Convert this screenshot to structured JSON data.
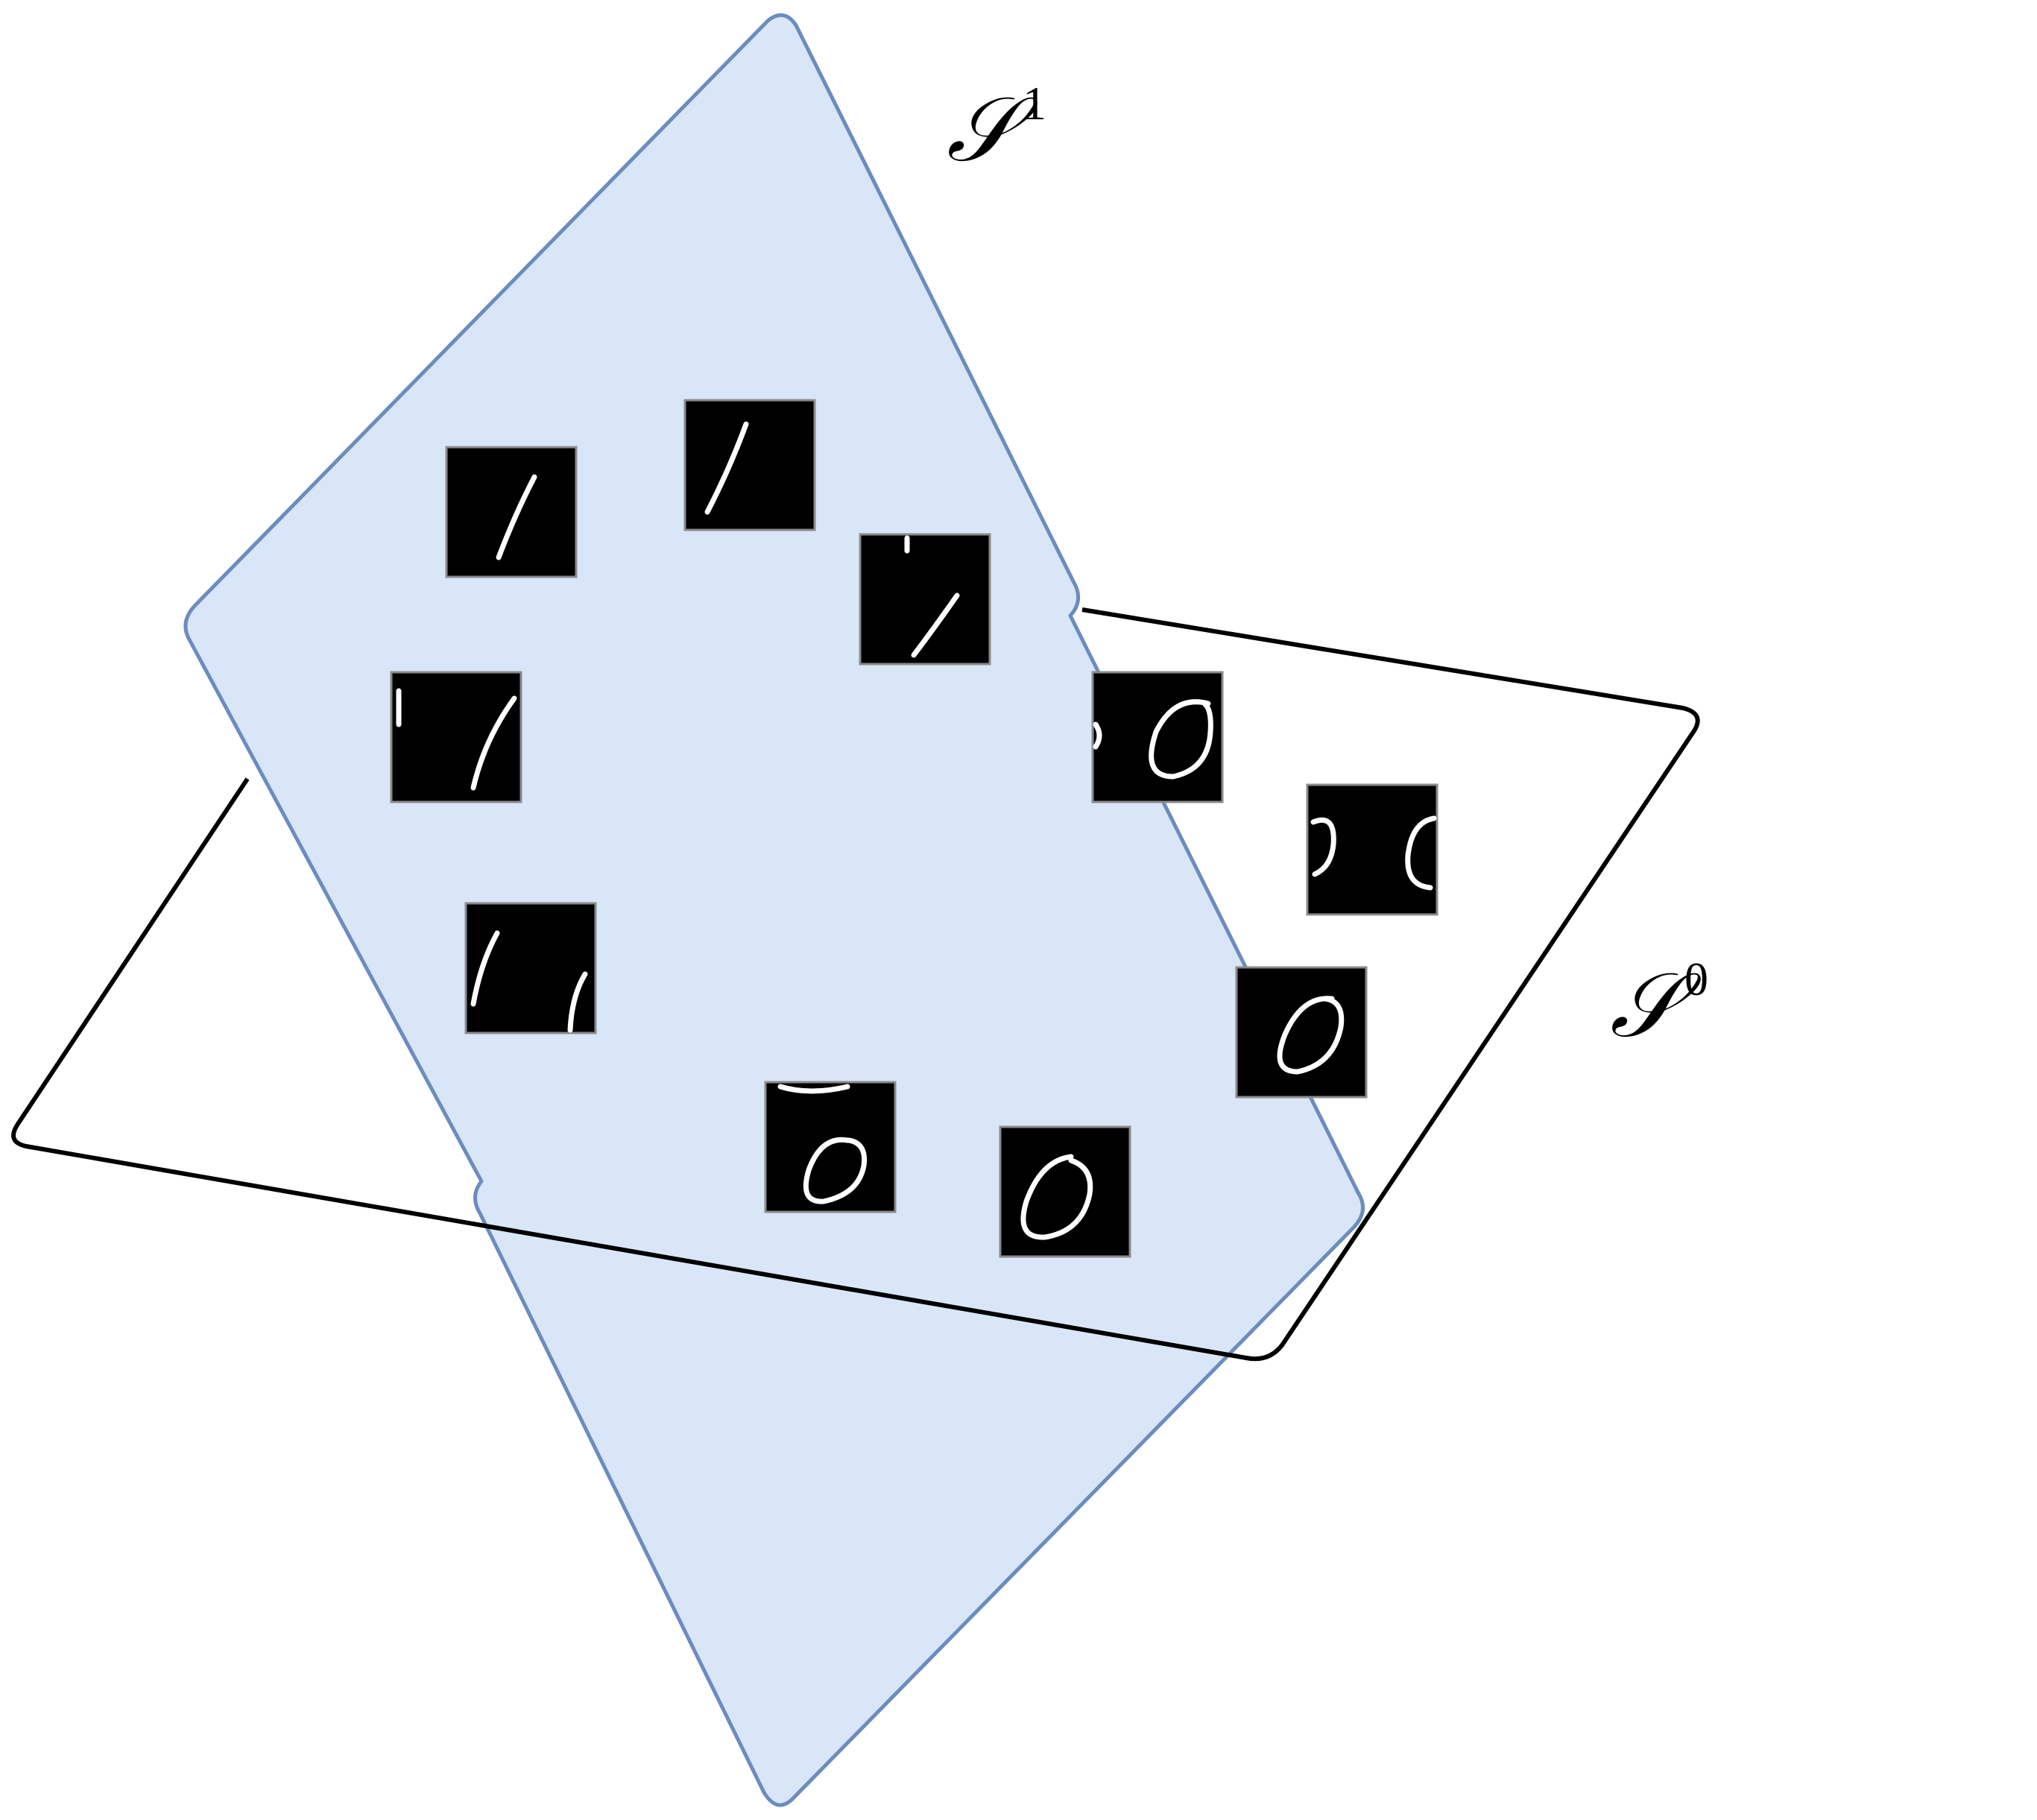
{
  "colors": {
    "plane_s1_fill": "#d9e6f8",
    "plane_s1_stroke": "#6b8cbf",
    "plane_s0_stroke": "#000000",
    "label_color": "#000000",
    "thumbnail_background": "#000000",
    "digit_color": "#ffffff"
  },
  "labels": {
    "s1": {
      "letter": "𝒮",
      "superscript": "1"
    },
    "s0": {
      "letter": "𝒮",
      "superscript": "0"
    }
  },
  "planes": [
    {
      "id": "S1",
      "label": "s1",
      "digit_class": "1",
      "thumbnail_count": 5
    },
    {
      "id": "S0",
      "label": "s0",
      "digit_class": "0",
      "thumbnail_count": 5
    }
  ],
  "icons": {
    "digit_1": "handwritten-digit-one-icon",
    "digit_0": "handwritten-digit-zero-icon"
  }
}
